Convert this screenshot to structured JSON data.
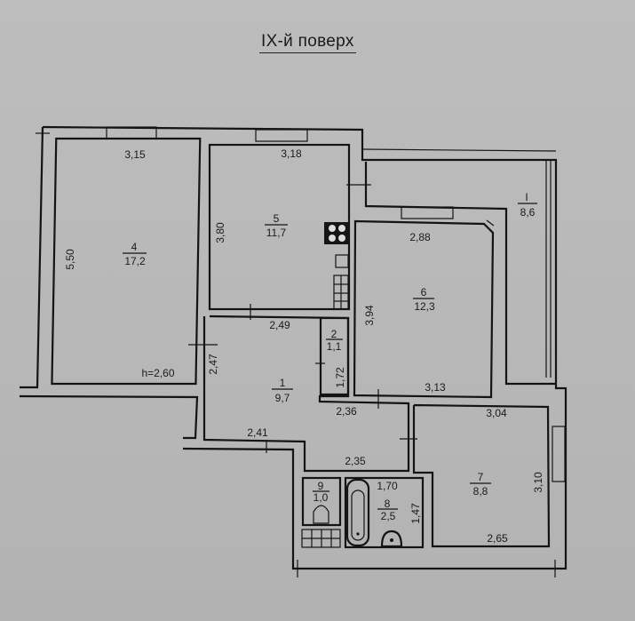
{
  "title": "IX-й поверх",
  "ceiling_height": "h=2,60",
  "rooms": [
    {
      "id": "1",
      "number": "1",
      "area": "9,7",
      "type": "hallway"
    },
    {
      "id": "2",
      "number": "2",
      "area": "1,1",
      "type": "closet"
    },
    {
      "id": "4",
      "number": "4",
      "area": "17,2",
      "type": "room"
    },
    {
      "id": "5",
      "number": "5",
      "area": "11,7",
      "type": "kitchen"
    },
    {
      "id": "6",
      "number": "6",
      "area": "12,3",
      "type": "room"
    },
    {
      "id": "7",
      "number": "7",
      "area": "8,8",
      "type": "room"
    },
    {
      "id": "8",
      "number": "8",
      "area": "2,5",
      "type": "bathroom"
    },
    {
      "id": "9",
      "number": "9",
      "area": "1,0",
      "type": "toilet"
    },
    {
      "id": "balcony",
      "number": "I",
      "area": "8,6",
      "type": "balcony"
    }
  ],
  "dimensions": {
    "r4_width": "3,15",
    "r4_height": "5,50",
    "r5_width": "3,18",
    "r5_height": "3,80",
    "r6_top": "2,88",
    "r6_height": "3,94",
    "r6_bottom": "3,13",
    "r1_top": "2,49",
    "r1_left": "2,47",
    "r1_bottom_left": "2,41",
    "r2_height": "1,72",
    "corridor_top": "2,36",
    "corridor_bottom": "2,35",
    "r8_width": "1,70",
    "r8_height": "1,47",
    "r7_top": "3,04",
    "r7_height": "3,10",
    "r7_bottom": "2,65"
  },
  "colors": {
    "paper": "#b9b9b9",
    "ink": "#141414"
  }
}
